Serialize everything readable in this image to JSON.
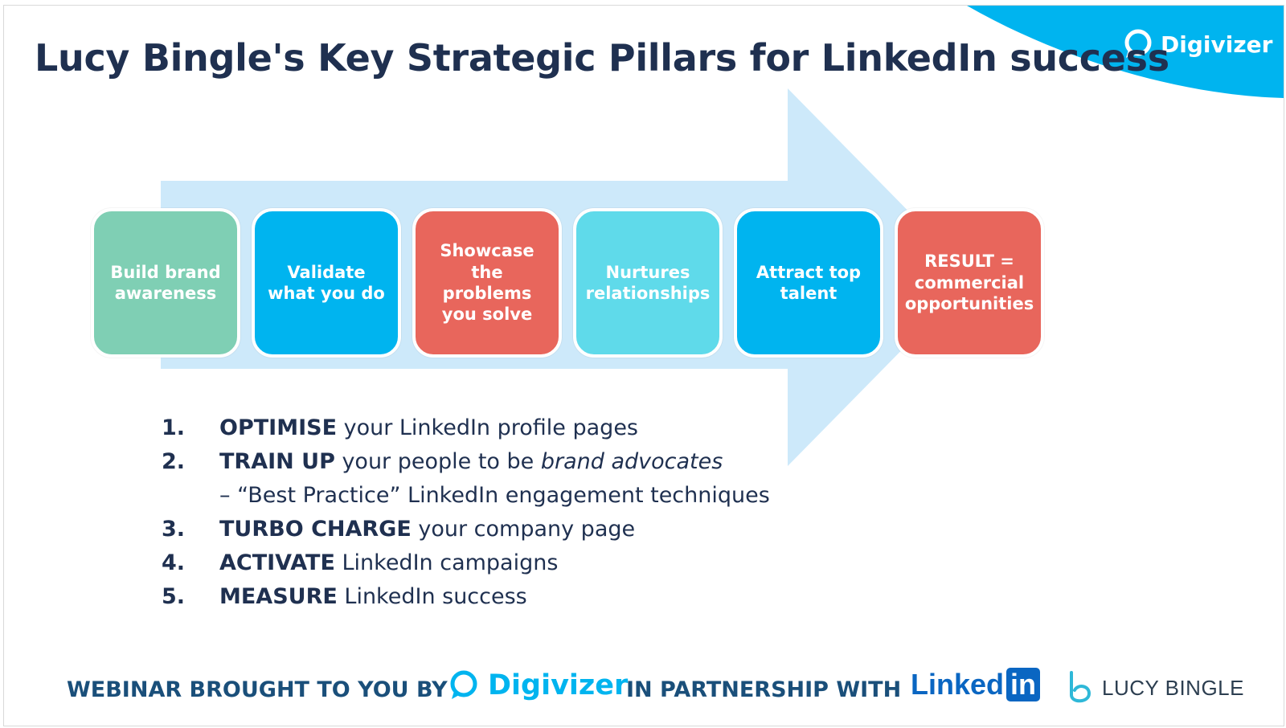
{
  "title": "Lucy Bingle's Key Strategic Pillars for LinkedIn success",
  "brand": {
    "name": "Digivizer",
    "icon": "speech-bubble-icon"
  },
  "colors": {
    "title": "#1f3050",
    "arrow": "#cde9fa",
    "corner": "#00b4ef",
    "green": "#7fcfb4",
    "blue": "#00b4ef",
    "red": "#e8665c",
    "teal": "#5fdaea",
    "footer_text": "#1a4f7a"
  },
  "pillars": [
    {
      "label": "Build brand awareness",
      "color": "#7fcfb4"
    },
    {
      "label": "Validate what you do",
      "color": "#00b4ef"
    },
    {
      "label": "Showcase the problems you solve",
      "color": "#e8665c"
    },
    {
      "label": "Nurtures relationships",
      "color": "#5fdaea"
    },
    {
      "label": "Attract top talent",
      "color": "#00b4ef"
    },
    {
      "label": "RESULT = commercial opportunities",
      "color": "#e8665c"
    }
  ],
  "steps": [
    {
      "num": "1.",
      "keyword": "OPTIMISE",
      "rest": " your LinkedIn profile pages"
    },
    {
      "num": "2.",
      "keyword": "TRAIN UP",
      "rest": " your people to be ",
      "emphasis": "brand advocates",
      "sub": "– “Best Practice” LinkedIn engagement techniques"
    },
    {
      "num": "3.",
      "keyword": "TURBO CHARGE",
      "rest": " your company page"
    },
    {
      "num": "4.",
      "keyword": "ACTIVATE",
      "rest": " LinkedIn campaigns"
    },
    {
      "num": "5.",
      "keyword": "MEASURE",
      "rest": " LinkedIn success"
    }
  ],
  "footer": {
    "brought_by": "WEBINAR BROUGHT TO YOU BY",
    "digivizer": "Digivizer",
    "partnership": "IN PARTNERSHIP WITH",
    "linkedin_word": "Linked",
    "linkedin_box": "in",
    "lucy": "LUCY BINGLE"
  }
}
